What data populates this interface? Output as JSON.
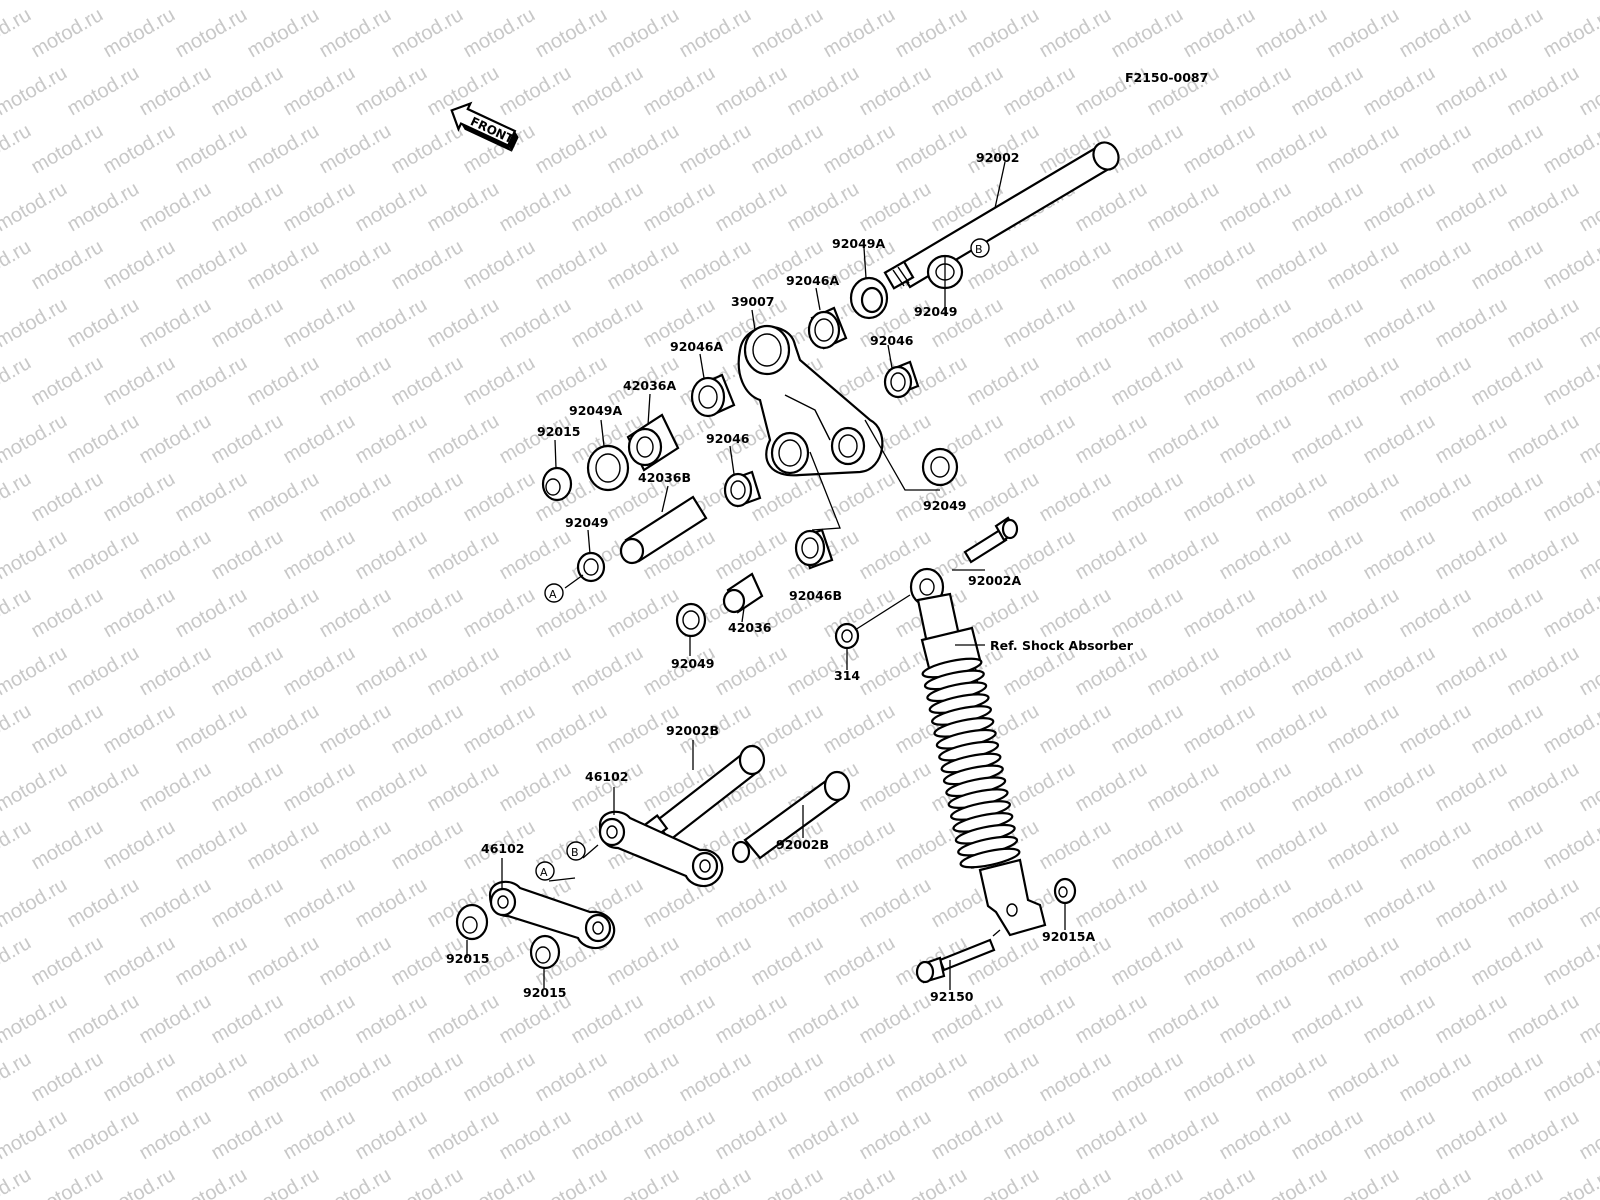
{
  "watermark": "motod.ru",
  "figure_code": "F2150-0087",
  "front_label": "FRONT",
  "ref_label": "Ref. Shock Absorber",
  "callouts": [
    {
      "id": "lbl-92002",
      "text": "92002"
    },
    {
      "id": "lbl-92049A-top",
      "text": "92049A"
    },
    {
      "id": "lbl-92046A-top",
      "text": "92046A"
    },
    {
      "id": "lbl-39007",
      "text": "39007"
    },
    {
      "id": "lbl-92049-top",
      "text": "92049"
    },
    {
      "id": "lbl-92046-right",
      "text": "92046"
    },
    {
      "id": "lbl-92046A-left",
      "text": "92046A"
    },
    {
      "id": "lbl-42036A",
      "text": "42036A"
    },
    {
      "id": "lbl-92049A-left",
      "text": "92049A"
    },
    {
      "id": "lbl-92015-top",
      "text": "92015"
    },
    {
      "id": "lbl-92046-mid",
      "text": "92046"
    },
    {
      "id": "lbl-42036B",
      "text": "42036B"
    },
    {
      "id": "lbl-92049-right",
      "text": "92049"
    },
    {
      "id": "lbl-92049-left",
      "text": "92049"
    },
    {
      "id": "lbl-92046B",
      "text": "92046B"
    },
    {
      "id": "lbl-42036",
      "text": "42036"
    },
    {
      "id": "lbl-92049-bottom",
      "text": "92049"
    },
    {
      "id": "lbl-92002A",
      "text": "92002A"
    },
    {
      "id": "lbl-314",
      "text": "314"
    },
    {
      "id": "lbl-92002B-top",
      "text": "92002B"
    },
    {
      "id": "lbl-46102-top",
      "text": "46102"
    },
    {
      "id": "lbl-92002B-right",
      "text": "92002B"
    },
    {
      "id": "lbl-46102-left",
      "text": "46102"
    },
    {
      "id": "lbl-92015-left",
      "text": "92015"
    },
    {
      "id": "lbl-92015-bottom",
      "text": "92015"
    },
    {
      "id": "lbl-92015A",
      "text": "92015A"
    },
    {
      "id": "lbl-92150",
      "text": "92150"
    }
  ],
  "markers": {
    "a": "A",
    "b": "B"
  }
}
